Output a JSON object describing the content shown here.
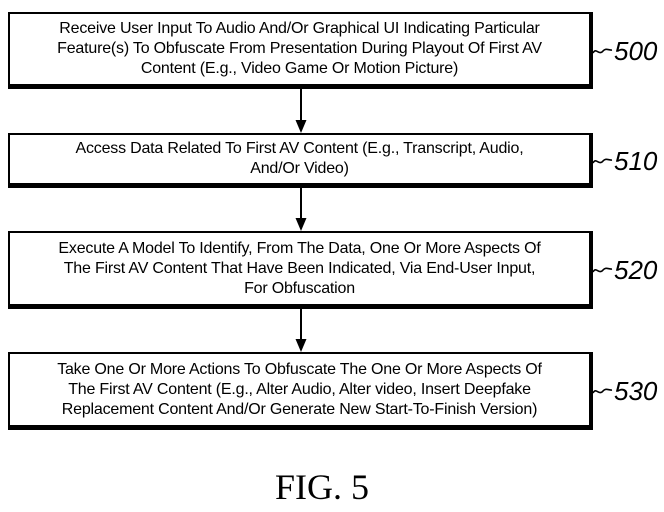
{
  "figure": {
    "caption": "FIG. 5",
    "colors": {
      "ink": "#000000",
      "background": "#ffffff"
    }
  },
  "flowchart": {
    "boxes": [
      {
        "ref": "500",
        "lines": [
          "Receive User Input To Audio And/Or Graphical UI Indicating Particular",
          "Feature(s) To Obfuscate From Presentation During Playout Of First AV",
          "Content (E.g., Video Game Or Motion Picture)"
        ]
      },
      {
        "ref": "510",
        "lines": [
          "Access Data Related To First AV Content (E.g., Transcript, Audio,",
          "And/Or Video)"
        ]
      },
      {
        "ref": "520",
        "lines": [
          "Execute A Model To Identify, From The Data, One Or More Aspects Of",
          "The First AV Content That Have Been Indicated, Via End-User Input,",
          "For Obfuscation"
        ]
      },
      {
        "ref": "530",
        "lines": [
          "Take One Or More Actions To Obfuscate The One Or More Aspects Of",
          "The First AV Content (E.g., Alter Audio, Alter video, Insert Deepfake",
          "Replacement Content And/Or Generate New Start-To-Finish Version)"
        ]
      }
    ]
  }
}
